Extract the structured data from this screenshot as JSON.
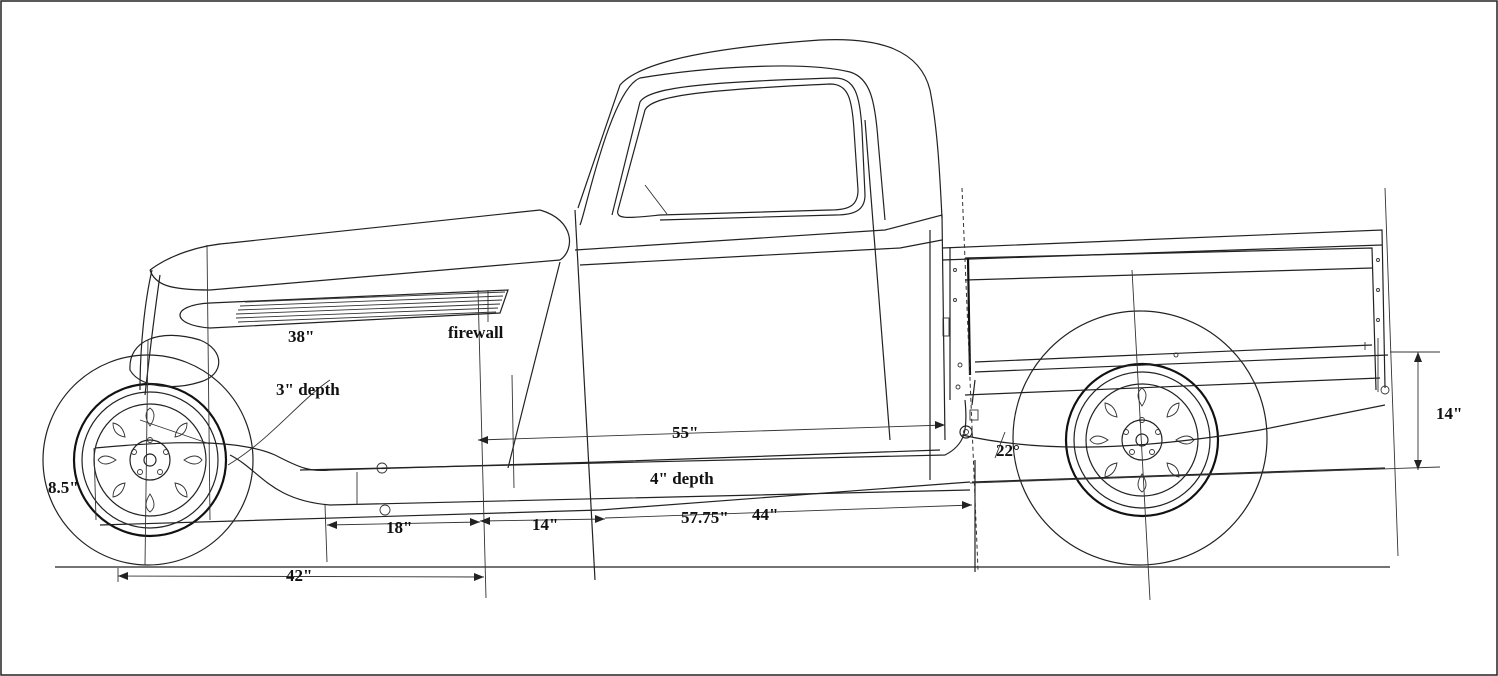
{
  "labels": {
    "hood_length": "38\"",
    "firewall": "firewall",
    "front_depth": "3\" depth",
    "cab_length": "55\"",
    "rocker_depth": "4\" depth",
    "wheel_radius": "8.5\"",
    "front_overhang": "18\"",
    "firewall_offset": "14\"",
    "cab_span": "57.75\"",
    "rear_span": "44\"",
    "axle_to_firewall": "42\"",
    "angle": "22°",
    "rear_height": "14\""
  }
}
